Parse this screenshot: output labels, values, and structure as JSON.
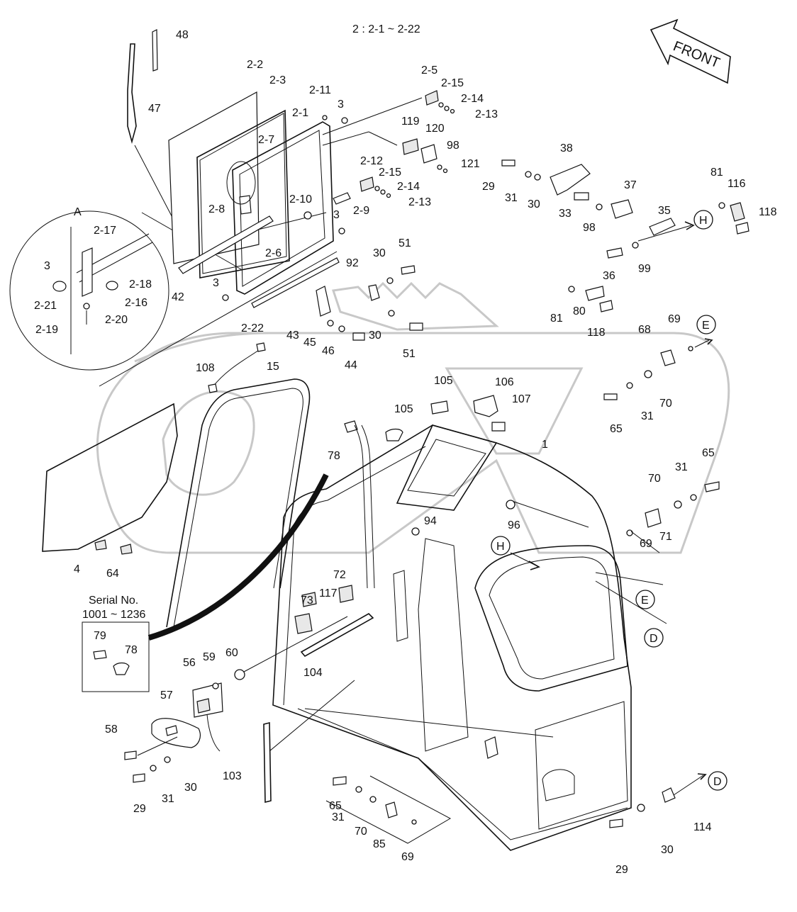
{
  "header": {
    "group_note": "2 : 2-1 ~ 2-22"
  },
  "front_arrow": {
    "label": "FRONT"
  },
  "detail": {
    "letter": "A"
  },
  "serial_box": {
    "title": "Serial No.",
    "range": "1001 ~ 1236",
    "parts": [
      "79",
      "78"
    ]
  },
  "ref_circles": {
    "E": "E",
    "H": "H",
    "D": "D"
  },
  "callouts": [
    "48",
    "47",
    "2-2",
    "2-3",
    "2-11",
    "3",
    "2-1",
    "2-7",
    "2-5",
    "2-15",
    "2-14",
    "2-13",
    "119",
    "120",
    "98",
    "121",
    "29",
    "31",
    "30",
    "38",
    "33",
    "98",
    "37",
    "35",
    "36",
    "99",
    "81",
    "116",
    "118",
    "81",
    "80",
    "118",
    "A",
    "2-17",
    "3",
    "2-18",
    "2-16",
    "2-21",
    "2-20",
    "2-19",
    "2-12",
    "2-15",
    "2-14",
    "2-13",
    "2-10",
    "2-9",
    "3",
    "2-8",
    "2-6",
    "42",
    "3",
    "2-22",
    "92",
    "30",
    "51",
    "43",
    "45",
    "46",
    "44",
    "30",
    "51",
    "108",
    "15",
    "105",
    "106",
    "107",
    "105",
    "78",
    "1",
    "68",
    "69",
    "70",
    "31",
    "65",
    "65",
    "31",
    "70",
    "96",
    "71",
    "69",
    "94",
    "4",
    "64",
    "73",
    "117",
    "72",
    "104",
    "56",
    "59",
    "60",
    "57",
    "58",
    "29",
    "31",
    "30",
    "103",
    "65",
    "31",
    "70",
    "85",
    "69",
    "114",
    "30",
    "29"
  ]
}
